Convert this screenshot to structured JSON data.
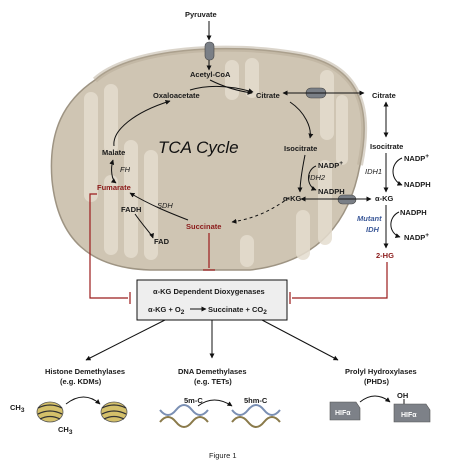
{
  "tca": {
    "title": "TCA Cycle",
    "pyruvate": "Pyruvate",
    "acetyl_coa": "Acetyl-CoA",
    "oxaloacetate": "Oxaloacetate",
    "citrate_mito": "Citrate",
    "citrate_cyto": "Citrate",
    "malate": "Malate",
    "fh": "FH",
    "fumarate": "Fumarate",
    "sdh": "SDH",
    "fadh": "FADH",
    "fad": "FAD",
    "succinate": "Succinate",
    "isocitrate_mito": "Isocitrate",
    "nadp_plus_mito": "NADP",
    "idh2": "IDH2",
    "nadph_mito": "NADPH",
    "akg_mito": "α-KG"
  },
  "cytosol": {
    "isocitrate": "Isocitrate",
    "nadp_plus_1": "NADP",
    "idh1": "IDH1",
    "nadph_1": "NADPH",
    "akg": "α-KG",
    "nadph_2": "NADPH",
    "mutant": "Mutant",
    "idh": "IDH",
    "nadp_plus_2": "NADP",
    "two_hg": "2-HG"
  },
  "dioxygenase": {
    "title": "α-KG Dependent Dioxygenases",
    "reaction_left": "α-KG + O",
    "reaction_right": "Succinate + CO"
  },
  "targets": {
    "histone_title": "Histone Demethylases",
    "histone_sub": "(e.g. KDMs)",
    "ch3_a": "CH",
    "ch3_b": "CH",
    "dna_title": "DNA Demethylases",
    "dna_sub": "(e.g. TETs)",
    "fivemc": "5m-C",
    "fivehmc": "5hm-C",
    "prolyl_title": "Prolyl Hydroxylases",
    "prolyl_sub": "(PHDs)",
    "hif_left": "HIFα",
    "hif_right": "HIFα",
    "oh": "OH"
  },
  "figure_caption": "Figure 1",
  "colors": {
    "mito_fill": "#cfc5b3",
    "mito_crista": "#e5ddcf",
    "inhibit_red": "#9b1c1c",
    "box_fill": "#eeeeee",
    "transporter": "#7a7f86",
    "dna_blue": "#7a8fb3"
  }
}
